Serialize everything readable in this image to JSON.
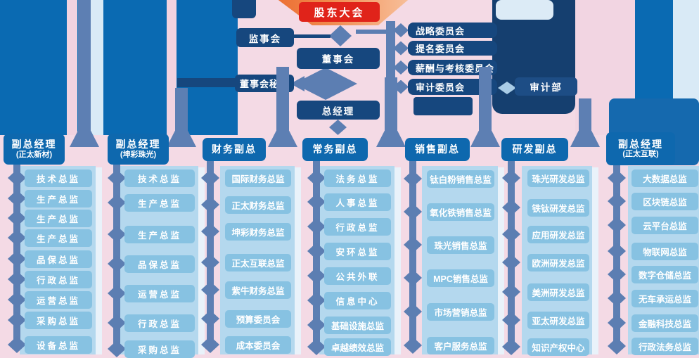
{
  "governance": {
    "shareholders_meeting": "股东大会",
    "supervisory_board": "监事会",
    "board_of_directors": "董事会",
    "board_secretary": "董事会秘书",
    "general_manager": "总经理",
    "committees": [
      "战略委员会",
      "提名委员会",
      "薪酬与考核委员会",
      "审计委员会"
    ],
    "audit_department": "审计部"
  },
  "divisions": [
    {
      "title": "副总经理",
      "subtitle": "(正太新材)",
      "departments": [
        "技术总监",
        "生产总监",
        "生产总监",
        "生产总监",
        "品保总监",
        "行政总监",
        "运营总监",
        "采购总监",
        "设备总监"
      ]
    },
    {
      "title": "副总经理",
      "subtitle": "(坤彩珠光)",
      "departments": [
        "技术总监",
        "生产总监",
        "生产总监",
        "品保总监",
        "运营总监",
        "行政总监",
        "采购总监"
      ]
    },
    {
      "title": "财务副总",
      "subtitle": "",
      "departments": [
        "国际财务总监",
        "正太财务总监",
        "坤彩财务总监",
        "正太互联总监",
        "紫牛财务总监",
        "预算委员会",
        "成本委员会"
      ]
    },
    {
      "title": "常务副总",
      "subtitle": "",
      "departments": [
        "法务总监",
        "人事总监",
        "行政总监",
        "安环总监",
        "公共外联",
        "信息中心",
        "基础设施总监",
        "卓越绩效总监"
      ]
    },
    {
      "title": "销售副总",
      "subtitle": "",
      "departments": [
        "钛白粉销售总监",
        "氧化铁销售总监",
        "珠光销售总监",
        "MPC销售总监",
        "市场营销总监",
        "客户服务总监"
      ]
    },
    {
      "title": "研发副总",
      "subtitle": "",
      "departments": [
        "珠光研发总监",
        "铁钛研发总监",
        "应用研发总监",
        "欧洲研发总监",
        "美洲研发总监",
        "亚太研发总监",
        "知识产权中心"
      ]
    },
    {
      "title": "副总经理",
      "subtitle": "(正太互联)",
      "departments": [
        "大数据总监",
        "区块链总监",
        "云平台总监",
        "物联网总监",
        "数字仓储总监",
        "无车承运总监",
        "金融科技总监",
        "行政法务总监"
      ]
    }
  ],
  "colors": {
    "red": "#e0231a",
    "navy": "#16477e",
    "blue": "#0e68ae",
    "light_blue": "#87c2e2",
    "slate": "#5c7eb2",
    "pink_background": "#f4dae5",
    "column_band": "#b4d8ee",
    "orange": "#ec6f33"
  }
}
